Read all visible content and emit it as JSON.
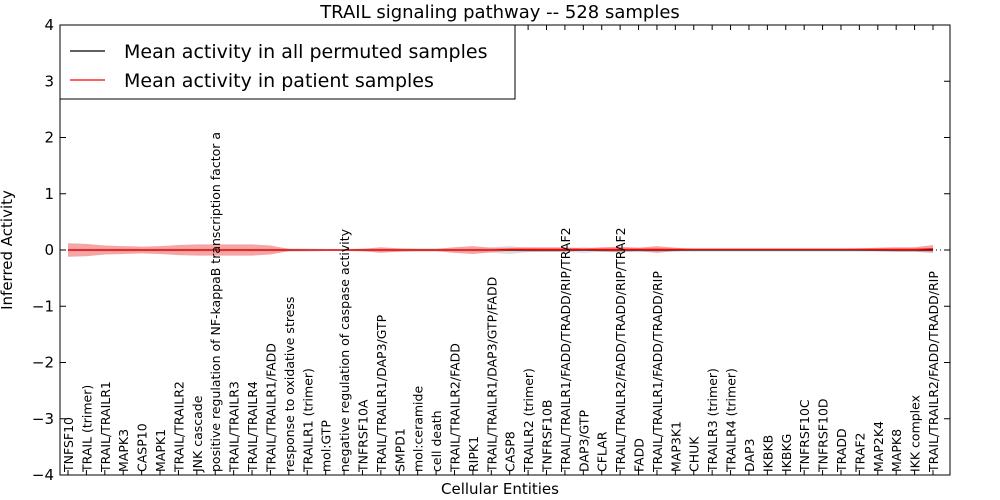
{
  "chart_data": {
    "type": "line",
    "title": "TRAIL signaling pathway -- 528 samples",
    "xlabel": "Cellular Entities",
    "ylabel": "Inferred Activity",
    "ylim": [
      -4,
      4
    ],
    "yticks": [
      "4",
      "3",
      "2",
      "1",
      "0",
      "−1",
      "−2",
      "−3",
      "−4"
    ],
    "legend_position": "top-left",
    "colors": {
      "permuted": "#000000",
      "patient": "#ff0000",
      "patient_band": "#f08080",
      "permuted_band": "#c8c8c8"
    },
    "categories": [
      "TNFSF10",
      "TRAIL (trimer)",
      "TRAIL/TRAILR1",
      "MAPK3",
      "CASP10",
      "MAPK1",
      "TRAIL/TRAILR2",
      "JNK cascade",
      "positive regulation of NF-kappaB transcription factor a",
      "TRAIL/TRAILR3",
      "TRAIL/TRAILR4",
      "TRAIL/TRAILR1/FADD",
      "response to oxidative stress",
      "TRAILR1 (trimer)",
      "mol:GTP",
      "negative regulation of caspase activity",
      "TNFRSF10A",
      "TRAIL/TRAILR1/DAP3/GTP",
      "SMPD1",
      "mol:ceramide",
      "cell death",
      "TRAIL/TRAILR2/FADD",
      "RIPK1",
      "TRAIL/TRAILR1/DAP3/GTP/FADD",
      "CASP8",
      "TRAILR2 (trimer)",
      "TNFRSF10B",
      "TRAIL/TRAILR1/FADD/TRADD/RIP/TRAF2",
      "DAP3/GTP",
      "CFLAR",
      "TRAIL/TRAILR2/FADD/TRADD/RIP/TRAF2",
      "FADD",
      "TRAIL/TRAILR1/FADD/TRADD/RIP",
      "MAP3K1",
      "CHUK",
      "TRAILR3 (trimer)",
      "TRAILR4 (trimer)",
      "DAP3",
      "IKBKB",
      "IKBKG",
      "TNFRSF10C",
      "TNFRSF10D",
      "TRADD",
      "TRAF2",
      "MAP2K4",
      "MAPK8",
      "IKK complex",
      "TRAIL/TRAILR2/FADD/TRADD/RIP"
    ],
    "series": [
      {
        "name": "Mean activity in all permuted samples",
        "values": [
          0,
          0,
          0,
          0,
          0,
          0,
          0,
          0,
          0,
          0,
          0,
          0,
          0,
          0,
          0,
          0,
          0,
          0,
          0,
          0,
          0,
          0,
          0,
          0,
          0,
          0,
          0,
          0,
          0,
          0,
          0,
          0,
          0,
          0,
          0,
          0,
          0,
          0,
          0,
          0,
          0,
          0,
          0,
          0,
          0,
          0,
          0,
          0
        ],
        "band": [
          0.03,
          0.03,
          0.03,
          0.03,
          0.03,
          0.03,
          0.03,
          0.03,
          0.03,
          0.03,
          0.03,
          0.03,
          0.03,
          0.03,
          0.02,
          0.02,
          0.03,
          0.03,
          0.03,
          0.03,
          0.03,
          0.03,
          0.03,
          0.05,
          0.07,
          0.04,
          0.03,
          0.03,
          0.05,
          0.03,
          0.03,
          0.04,
          0.03,
          0.03,
          0.03,
          0.03,
          0.03,
          0.03,
          0.03,
          0.03,
          0.03,
          0.03,
          0.03,
          0.03,
          0.03,
          0.03,
          0.03,
          0.03
        ]
      },
      {
        "name": "Mean activity in patient samples",
        "values": [
          0,
          0,
          0,
          0,
          0,
          0,
          0,
          0,
          0,
          0,
          0,
          0,
          0,
          0,
          0,
          0,
          0,
          0,
          0,
          0,
          0,
          0,
          0,
          0,
          0.01,
          0.01,
          0.01,
          0.01,
          0.01,
          0.01,
          0.01,
          0.01,
          0.01,
          0.01,
          0.01,
          0.01,
          0.01,
          0.01,
          0.01,
          0.01,
          0.01,
          0.01,
          0.01,
          0.01,
          0.01,
          0.01,
          0.01,
          0.02
        ],
        "band": [
          0.12,
          0.11,
          0.08,
          0.07,
          0.06,
          0.07,
          0.09,
          0.1,
          0.1,
          0.1,
          0.1,
          0.08,
          0.02,
          0.01,
          0.01,
          0.01,
          0.02,
          0.05,
          0.03,
          0.02,
          0.02,
          0.05,
          0.07,
          0.04,
          0.03,
          0.04,
          0.04,
          0.04,
          0.02,
          0.04,
          0.05,
          0.03,
          0.06,
          0.03,
          0.01,
          0.01,
          0.01,
          0.01,
          0.01,
          0.01,
          0.01,
          0.01,
          0.01,
          0.02,
          0.03,
          0.04,
          0.04,
          0.07
        ]
      }
    ]
  }
}
